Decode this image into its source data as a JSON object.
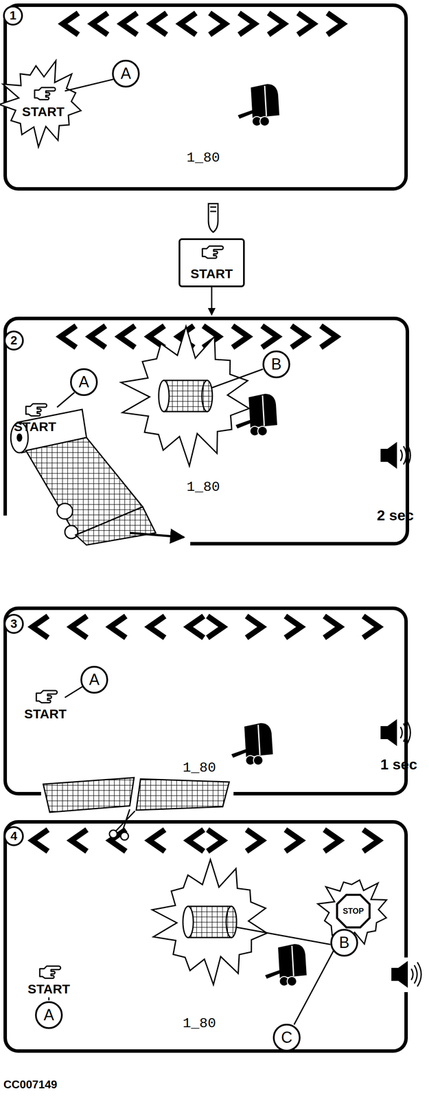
{
  "diagram": {
    "caption": "CC007149",
    "nodes": [
      {
        "text": [
          "START",
          "1_80"
        ]
      },
      {
        "text": [
          "1"
        ],
        "in": 0
      },
      {
        "text": [
          "A"
        ],
        "in": 0
      },
      {
        "text": [
          "START"
        ]
      },
      {
        "text": [
          "START",
          "1_80"
        ]
      },
      {
        "text": [
          "2"
        ],
        "in": 4
      },
      {
        "text": [
          "A"
        ],
        "in": 4
      },
      {
        "text": [
          "B"
        ],
        "in": 4
      },
      {
        "text": [
          "START",
          "1_80"
        ]
      },
      {
        "text": [
          "3"
        ],
        "in": 8
      },
      {
        "text": [
          "A"
        ],
        "in": 8
      },
      {
        "text": [
          "START",
          "1_80"
        ]
      },
      {
        "text": [
          "4"
        ],
        "in": 11
      },
      {
        "text": [
          "A"
        ],
        "in": 11
      },
      {
        "text": [
          "B"
        ],
        "in": 11
      },
      {
        "text": [
          "STOP"
        ],
        "in": 11
      },
      {
        "text": [
          "C"
        ],
        "in": 11
      }
    ],
    "edges": [
      {
        "from": 3,
        "to": 4,
        "arrow": "to"
      }
    ],
    "labels": [
      "2 sec",
      "1 sec"
    ]
  }
}
